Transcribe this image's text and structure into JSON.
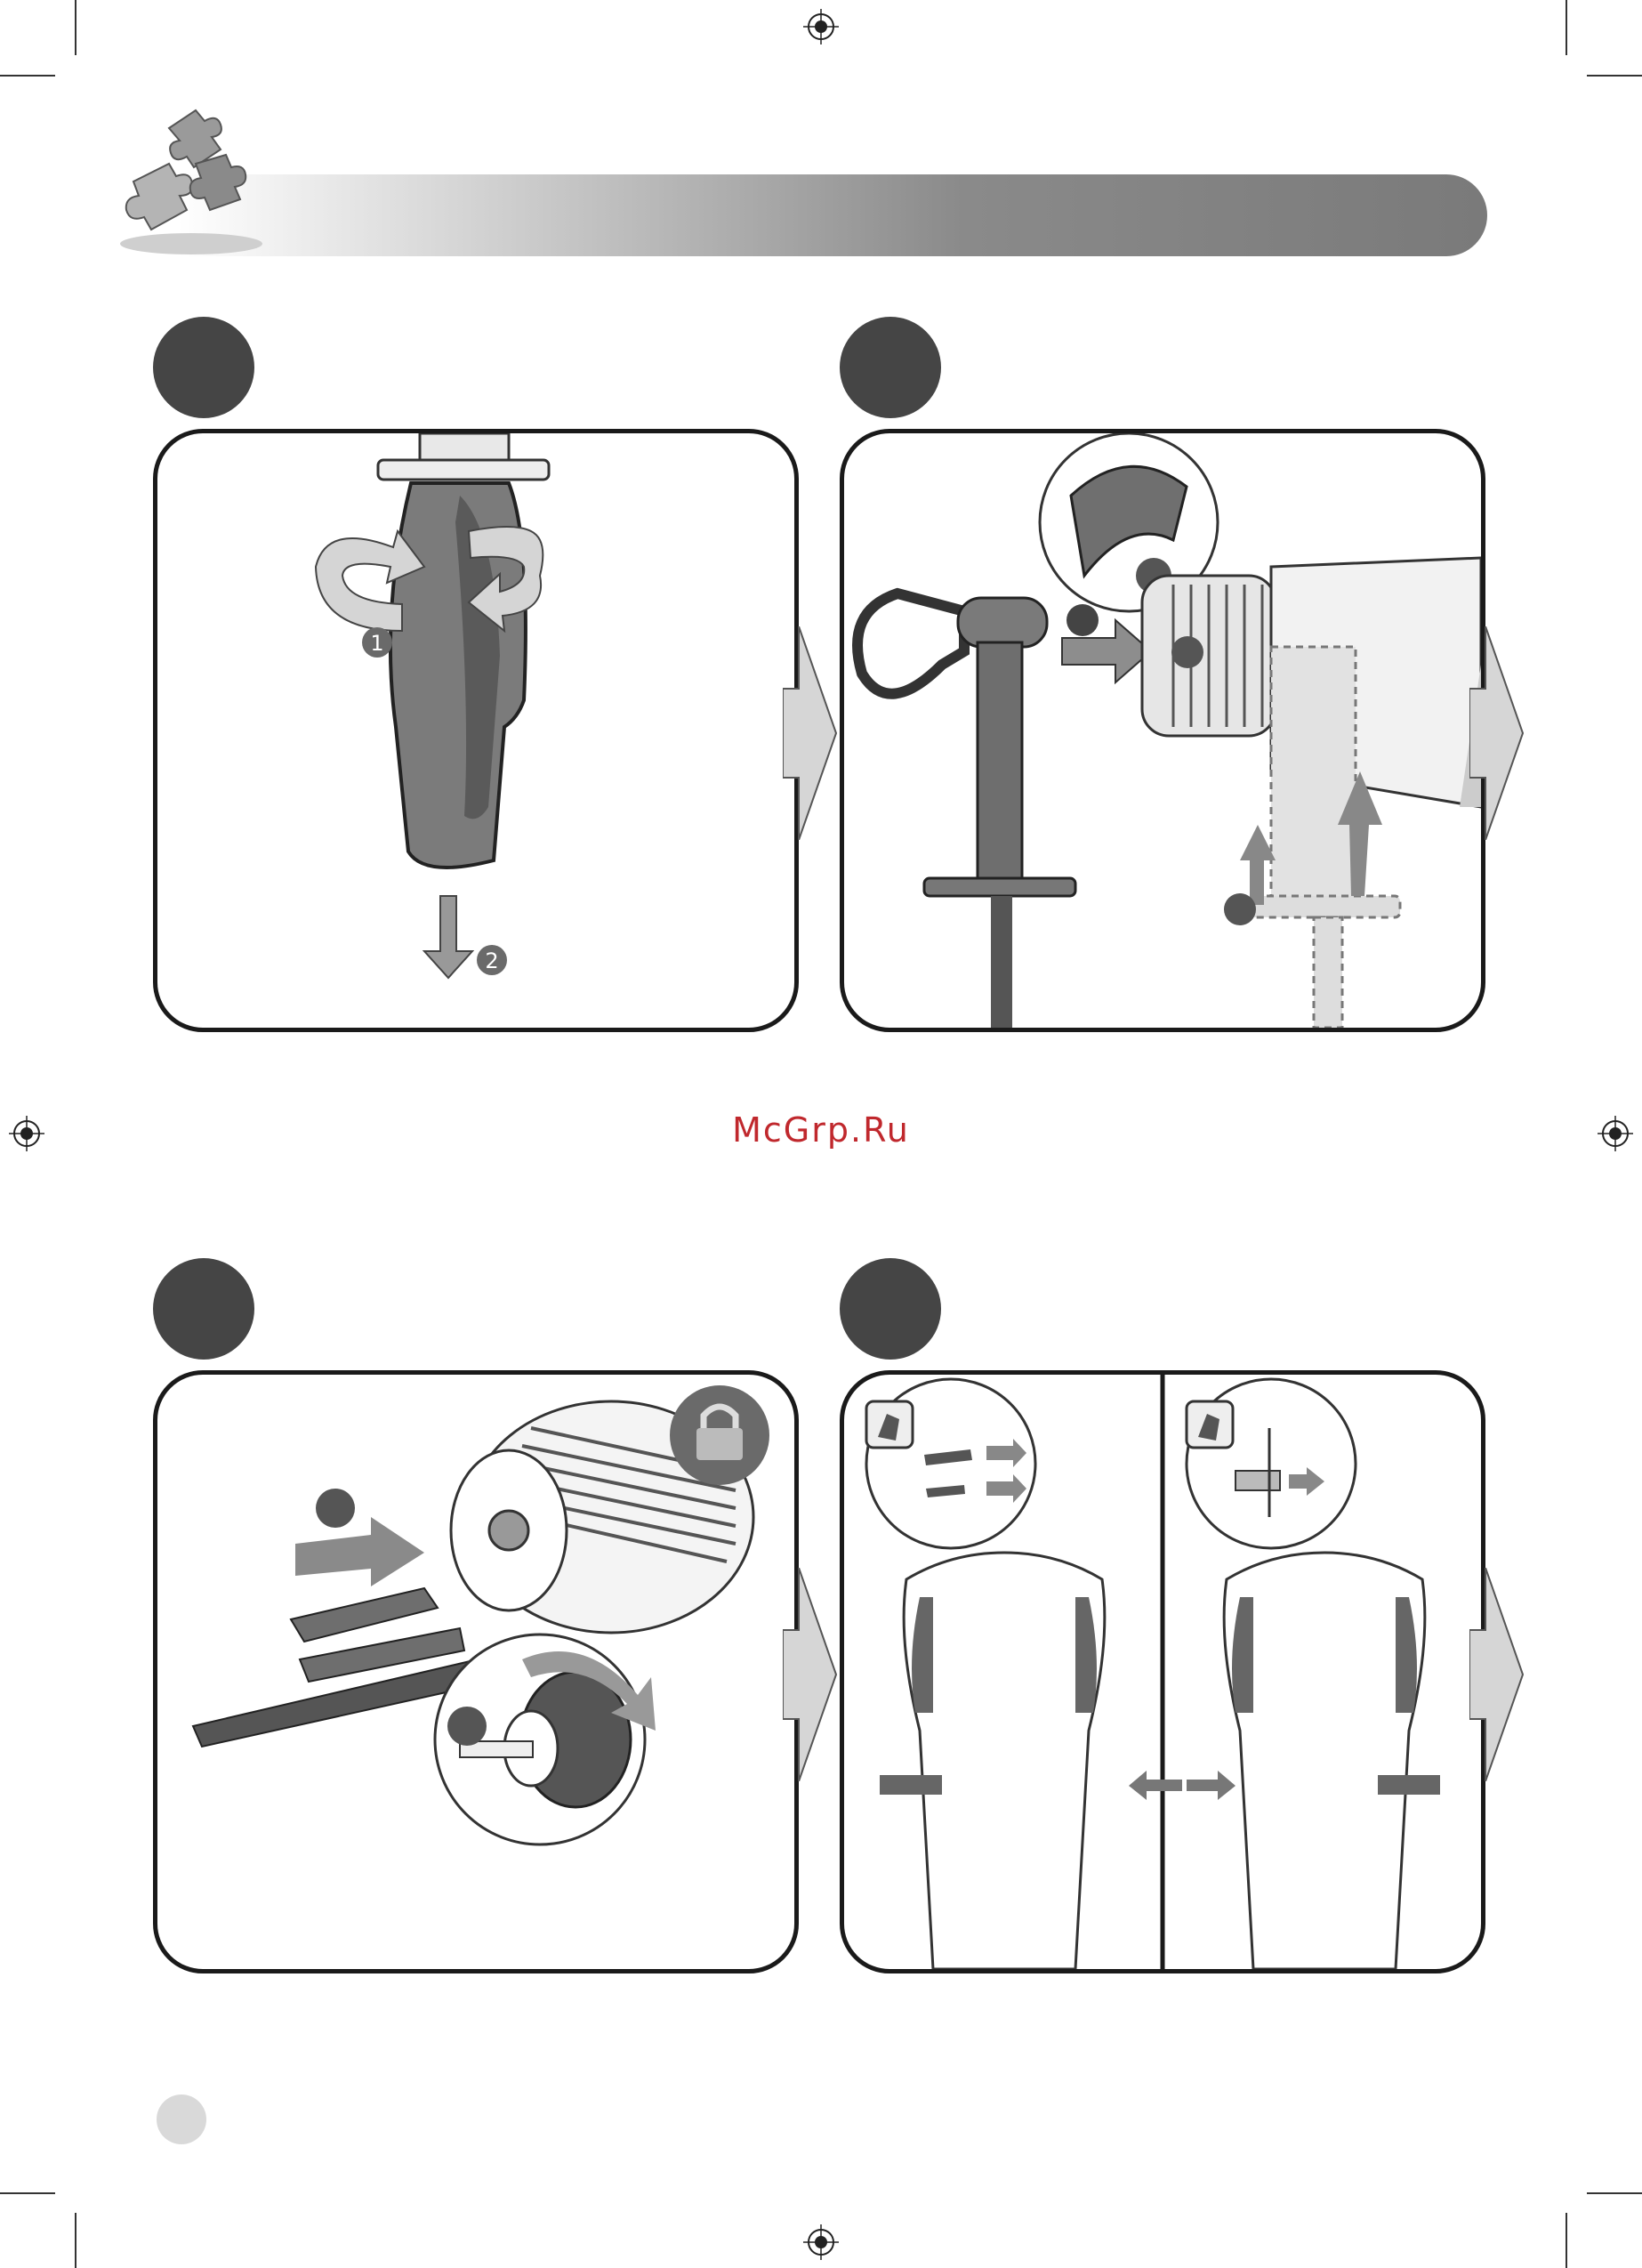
{
  "watermark": {
    "text": "McGrp.Ru"
  },
  "header": {
    "icon": "puzzle-pieces-icon",
    "bar_colors": [
      "#ffffff",
      "#7a7a7a"
    ]
  },
  "panels": [
    {
      "id": "A",
      "content": "handle-removal",
      "callouts": [
        "1",
        "2"
      ]
    },
    {
      "id": "B",
      "content": "handle-mounting",
      "callouts": []
    },
    {
      "id": "C",
      "content": "bit-insertion",
      "callouts": []
    },
    {
      "id": "D",
      "content": "mode-switch",
      "callouts": []
    }
  ],
  "colors": {
    "step_circle": "#454545",
    "panel_border": "#1a1a1a",
    "arrow_fill": "#d6d6d6",
    "watermark": "#c0282d"
  }
}
